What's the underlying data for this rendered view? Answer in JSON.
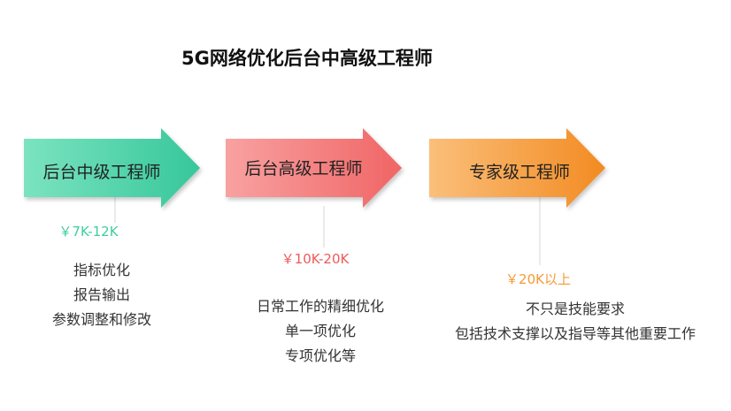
{
  "title": "5G网络优化后台中高级工程师",
  "stages": [
    {
      "label": "后台中级工程师",
      "salary": "￥7K-12K",
      "salary_color": "#3ecf9e",
      "arrow_color_light": "#7be3c0",
      "arrow_color_dark": "#36c79a",
      "duties": [
        "指标优化",
        "报告输出",
        "参数调整和修改"
      ]
    },
    {
      "label": "后台高级工程师",
      "salary": "￥10K-20K",
      "salary_color": "#ef5a5a",
      "arrow_color_light": "#f9a1a1",
      "arrow_color_dark": "#f06565",
      "duties": [
        "日常工作的精细优化",
        "单一项优化",
        "专项优化等"
      ]
    },
    {
      "label": "专家级工程师",
      "salary": "￥20K以上",
      "salary_color": "#f59a35",
      "arrow_color_light": "#fbbf7a",
      "arrow_color_dark": "#f28b22",
      "duties": [
        "不只是技能要求",
        "包括技术支撑以及指导等其他重要工作"
      ]
    }
  ]
}
